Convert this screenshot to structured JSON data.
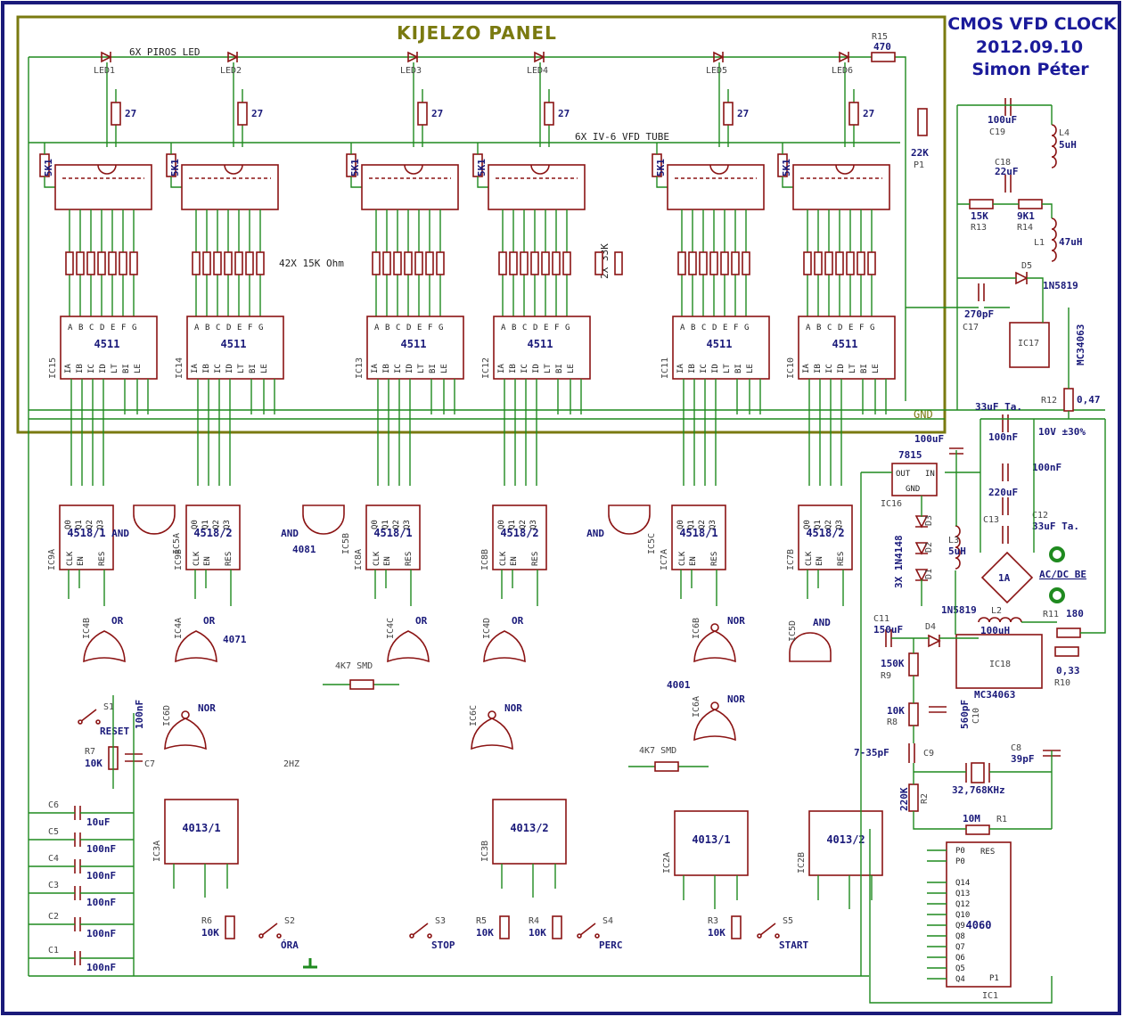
{
  "title_lines": [
    "CMOS VFD CLOCK",
    "2012.09.10",
    "Simon Péter"
  ],
  "panel": {
    "title": "KIJELZO PANEL",
    "gnd_label": "GND"
  },
  "notes": {
    "led_note": "6X PIROS LED",
    "vfd_note": "6X IV-6 VFD TUBE",
    "res_note": "42X 15K Ohm",
    "res2_note": "2X 33K",
    "smd1": "4K7 SMD",
    "smd2": "4K7 SMD",
    "freq": "2HZ"
  },
  "leds": [
    "LED1",
    "LED2",
    "LED3",
    "LED4",
    "LED5",
    "LED6"
  ],
  "grid_res": "27",
  "side_res": "5K1",
  "decoder": {
    "name": "4511",
    "refs": [
      "IC15",
      "IC14",
      "IC13",
      "IC12",
      "IC11",
      "IC10"
    ],
    "top_pins": [
      "A",
      "B",
      "C",
      "D",
      "E",
      "F",
      "G"
    ],
    "bot_pins": [
      "IA",
      "IB",
      "IC",
      "ID",
      "LT",
      "BI",
      "LE"
    ]
  },
  "counters": [
    {
      "name": "4518/1",
      "ref": "IC9A"
    },
    {
      "name": "4518/2",
      "ref": "IC9B"
    },
    {
      "name": "4518/1",
      "ref": "IC8A"
    },
    {
      "name": "4518/2",
      "ref": "IC8B"
    },
    {
      "name": "4518/1",
      "ref": "IC7A"
    },
    {
      "name": "4518/2",
      "ref": "IC7B"
    }
  ],
  "counter_pins": [
    "Q0",
    "Q1",
    "Q2",
    "Q3",
    "CLK",
    "EN",
    "RES"
  ],
  "ands": [
    {
      "ref": "IC5A",
      "label": "AND"
    },
    {
      "ref": "IC5B",
      "label": "AND",
      "part": "4081"
    },
    {
      "ref": "IC5C",
      "label": "AND"
    }
  ],
  "ors": [
    {
      "ref": "IC4B",
      "label": "OR"
    },
    {
      "ref": "IC4A",
      "label": "OR",
      "part": "4071"
    },
    {
      "ref": "IC4C",
      "label": "OR"
    },
    {
      "ref": "IC4D",
      "label": "OR"
    }
  ],
  "nors": [
    {
      "ref": "IC6D",
      "label": "NOR"
    },
    {
      "ref": "IC6C",
      "label": "NOR"
    },
    {
      "ref": "IC6B",
      "label": "NOR",
      "part": "4001"
    },
    {
      "ref": "IC6A",
      "label": "NOR"
    }
  ],
  "and5d": {
    "ref": "IC5D",
    "label": "AND"
  },
  "flipflops": [
    {
      "name": "4013/1",
      "ref": "IC3A"
    },
    {
      "name": "4013/2",
      "ref": "IC3B"
    },
    {
      "name": "4013/1",
      "ref": "IC2A"
    },
    {
      "name": "4013/2",
      "ref": "IC2B"
    }
  ],
  "switches": [
    {
      "ref": "S1",
      "label": "RESET"
    },
    {
      "ref": "S2",
      "label": "ÓRA"
    },
    {
      "ref": "S3",
      "label": "STOP"
    },
    {
      "ref": "S4",
      "label": "PERC"
    },
    {
      "ref": "S5",
      "label": "START"
    }
  ],
  "pullups": [
    {
      "ref": "R7",
      "value": "10K"
    },
    {
      "ref": "R6",
      "value": "10K"
    },
    {
      "ref": "R5",
      "value": "10K"
    },
    {
      "ref": "R4",
      "value": "10K"
    },
    {
      "ref": "R3",
      "value": "10K"
    }
  ],
  "caps_left": [
    {
      "ref": "C7",
      "value": "100nF"
    },
    {
      "ref": "C6",
      "value": "10uF"
    },
    {
      "ref": "C5",
      "value": "100nF"
    },
    {
      "ref": "C4",
      "value": "100nF"
    },
    {
      "ref": "C3",
      "value": "100nF"
    },
    {
      "ref": "C2",
      "value": "100nF"
    },
    {
      "ref": "C1",
      "value": "100nF"
    }
  ],
  "psu": {
    "R15": "R15",
    "R15v": "470",
    "P1": "P1",
    "P1v": "22K",
    "C19": "C19",
    "C19v": "100uF",
    "L4": "L4",
    "L4v": "5uH",
    "C18": "C18",
    "C18v": "22uF",
    "R13": "R13",
    "R13v": "15K",
    "R14": "R14",
    "R14v": "9K1",
    "L1": "L1",
    "L1v": "47uH",
    "D5": "D5",
    "D5v": "1N5819",
    "C17": "C17",
    "C17v": "270pF",
    "IC17": "IC17",
    "IC17v": "MC34063",
    "R12": "R12",
    "R12v": "0,47",
    "vout": "10V ±30%",
    "cTa": "33uF Ta.",
    "c100a": "100nF",
    "c100b": "100nF",
    "c220": "220uF",
    "C13": "C13",
    "C12": "C12",
    "C12v": "33uF Ta.",
    "reg": "7815",
    "reg_out": "OUT",
    "reg_in": "IN",
    "reg_gnd": "GND",
    "IC16": "IC16",
    "c100u": "100uF",
    "diodes": "3X 1N4148",
    "D3": "D3",
    "D2": "D2",
    "D1": "D1",
    "L3": "L3",
    "L3v": "5uH",
    "bridge": "1A",
    "acdc": "AC/DC BE",
    "D4v": "1N5819",
    "D4": "D4",
    "L2": "L2",
    "L2v": "100uH",
    "R11": "R11",
    "R11v": "180",
    "C11": "C11",
    "C11v": "150uF",
    "R9": "R9",
    "R9v": "150K",
    "IC18": "IC18",
    "R10v": "0,33",
    "R10": "R10",
    "R8": "R8",
    "R8v": "10K",
    "C10": "C10",
    "C10v": "560pF",
    "IC18v": "MC34063",
    "C9v": "7-35pF",
    "C9": "C9",
    "C8": "C8",
    "C8v": "39pF",
    "R2": "R2",
    "R2v": "220K",
    "xtal": "32,768KHz",
    "R1": "R1",
    "R1v": "10M",
    "IC1": "IC1",
    "IC1v": "4060"
  },
  "ic1_pins": [
    "P0",
    "P0",
    "Q14",
    "Q13",
    "Q12",
    "Q10",
    "Q9",
    "Q8",
    "Q7",
    "Q6",
    "Q5",
    "Q4",
    "RES",
    "P1"
  ],
  "colors": {
    "wire": "#1f8a1f",
    "part": "#8b1414",
    "border": "#1a1a7a",
    "panel": "#7a7a10",
    "text": "#1a1a7a"
  }
}
